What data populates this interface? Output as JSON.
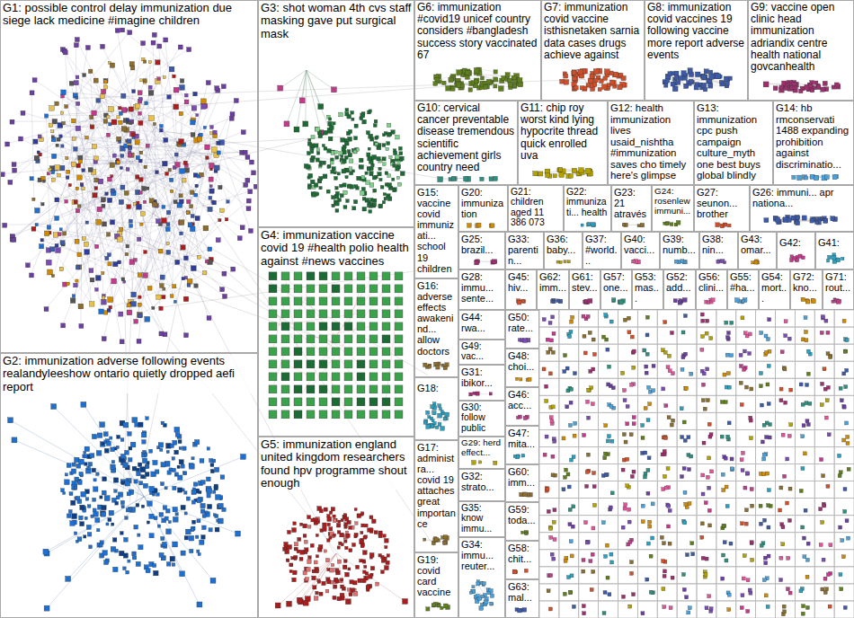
{
  "diagram": {
    "nodes": [
      {
        "text": [
          "G1: possible control delay immunization due siege lack medicine #imagine children"
        ]
      },
      {
        "text": [
          "G2: immunization adverse following events realandyleeshow ontario quietly dropped aefi report"
        ]
      },
      {
        "text": [
          "G3: shot woman 4th cvs staff masking gave put surgical mask"
        ]
      },
      {
        "text": [
          "G4: immunization vaccine covid 19 #health polio health against #news vaccines"
        ]
      },
      {
        "text": [
          "G5: immunization england united kingdom researchers found hpv programme shout enough"
        ]
      },
      {
        "text": [
          "G6: immunization #covid19 unicef country considers #bangladesh success story vaccinated 67"
        ]
      },
      {
        "text": [
          "G7: immunization covid vaccine isthisnetaken sarnia data cases drugs achieve against"
        ]
      },
      {
        "text": [
          "G8: immunization covid vaccines 19 following vaccine more report adverse events"
        ]
      },
      {
        "text": [
          "G9: vaccine open clinic head immunization adriandix centre health national govcanhealth"
        ]
      },
      {
        "text": [
          "G10: cervical cancer preventable disease tremendous scientific achievement girls country need"
        ]
      },
      {
        "text": [
          "G11: chip roy worst kind lying hypocrite thread quick enrolled uva"
        ]
      },
      {
        "text": [
          "G12: health immunization lives usaid_nishtha #immunization saves cho timely here's glimpse"
        ]
      },
      {
        "text": [
          "G13: immunization cpc push campaign culture_myth one best buys global blindly"
        ]
      },
      {
        "text": [
          "G14: hb rmconservati 1488 expanding prohibition against discriminatio..."
        ]
      },
      {
        "text": [
          "G15: vaccine covid immunizati... school 19 children"
        ]
      },
      {
        "text": [
          "G20: immunization"
        ]
      },
      {
        "text": [
          "G21: children aged 11 386 073"
        ]
      },
      {
        "text": [
          "G22: immunizati... health"
        ]
      },
      {
        "text": [
          "G23: 21 através"
        ]
      },
      {
        "text": [
          "G24: rosenlew immuni..."
        ]
      },
      {
        "text": [
          "G27: seunon... brother"
        ]
      },
      {
        "text": [
          "G26: immuni... apr nationa..."
        ]
      },
      {
        "text": [
          "G25: brazil..."
        ]
      },
      {
        "text": [
          "G33: parentin..."
        ]
      },
      {
        "text": [
          "G36: baby..."
        ]
      },
      {
        "text": [
          "G37: #world..."
        ]
      },
      {
        "text": [
          "G40: vacci..."
        ]
      },
      {
        "text": [
          "G39: numb..."
        ]
      },
      {
        "text": [
          "G38: nin..."
        ]
      },
      {
        "text": [
          "G43: omar..."
        ]
      },
      {
        "text": [
          "G42:"
        ]
      },
      {
        "text": [
          "G41:"
        ]
      },
      {
        "text": [
          "G16: adverse effects awakenind... allow doctors"
        ]
      },
      {
        "text": [
          "G28: immu... sente..."
        ]
      },
      {
        "text": [
          "G45: hiv..."
        ]
      },
      {
        "text": [
          "G62: imm..."
        ]
      },
      {
        "text": [
          "G61: stev..."
        ]
      },
      {
        "text": [
          "G57: one..."
        ]
      },
      {
        "text": [
          "G53: mas..."
        ]
      },
      {
        "text": [
          "G52: add..."
        ]
      },
      {
        "text": [
          "G56: clini..."
        ]
      },
      {
        "text": [
          "G55: #ha..."
        ]
      },
      {
        "text": [
          "G54: mort..."
        ]
      },
      {
        "text": [
          "G72: kno..."
        ]
      },
      {
        "text": [
          "G71: rout..."
        ]
      },
      {
        "text": [
          "G18:"
        ]
      },
      {
        "text": [
          "G17: administra... covid 19 attaches great importance"
        ]
      },
      {
        "text": [
          "G19: covid card vaccine"
        ]
      },
      {
        "text": [
          "G44: rwa..."
        ]
      },
      {
        "text": [
          "G49: vac..."
        ]
      },
      {
        "text": [
          "G31: ibikor..."
        ]
      },
      {
        "text": [
          "G30: follow public"
        ]
      },
      {
        "text": [
          "G29: herd effect..."
        ]
      },
      {
        "text": [
          "G32: strato..."
        ]
      },
      {
        "text": [
          "G35: know immu..."
        ]
      },
      {
        "text": [
          "G34: immu... reuter..."
        ]
      },
      {
        "text": [
          "G50: rate..."
        ]
      },
      {
        "text": [
          "G48: choi..."
        ]
      },
      {
        "text": [
          "G46: acc..."
        ]
      },
      {
        "text": [
          "G47: mita..."
        ]
      },
      {
        "text": [
          "G60: imm..."
        ]
      },
      {
        "text": [
          "G59: toda..."
        ]
      },
      {
        "text": [
          "G58: chit..."
        ]
      },
      {
        "text": [
          "G63: mal..."
        ]
      }
    ]
  }
}
